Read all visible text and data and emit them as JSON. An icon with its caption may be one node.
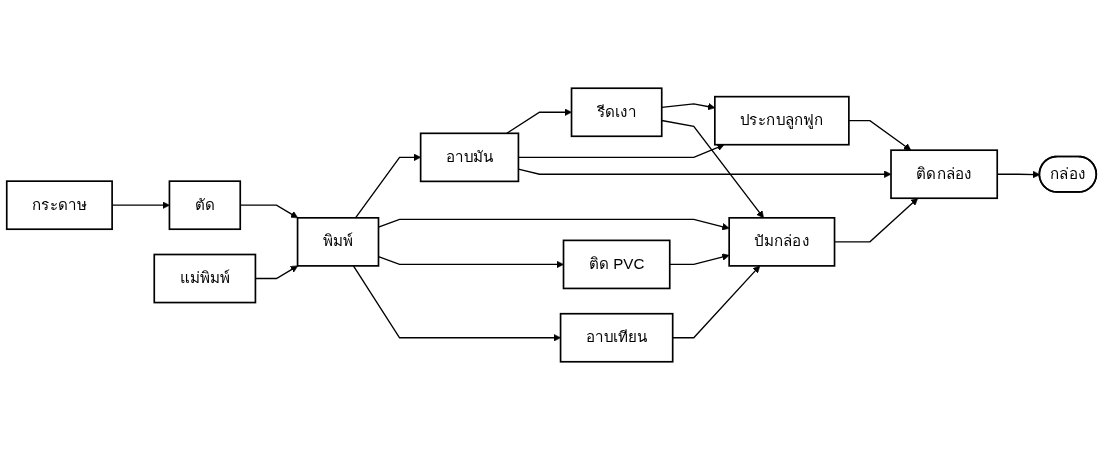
{
  "diagram": {
    "nodes": [
      {
        "text": [
          "กระดาษ"
        ]
      },
      {
        "text": [
          "ตัด"
        ]
      },
      {
        "text": [
          "แม่พิมพ์"
        ]
      },
      {
        "text": [
          "พิมพ์"
        ]
      },
      {
        "text": [
          "อาบมัน"
        ]
      },
      {
        "text": [
          "รีดเงา"
        ]
      },
      {
        "text": [
          "ปัมกล่อง"
        ]
      },
      {
        "text": [
          "ติด PVC"
        ]
      },
      {
        "text": [
          "อาบเทียน"
        ]
      },
      {
        "text": [
          "ประกบลูกฟูก"
        ]
      },
      {
        "text": [
          "ติดกล่อง"
        ]
      },
      {
        "text": [
          "กล่อง"
        ]
      }
    ],
    "edges": [
      {
        "from": 0,
        "to": 1,
        "arrow": "to"
      },
      {
        "from": 1,
        "to": 3,
        "arrow": "to"
      },
      {
        "from": 2,
        "to": 3,
        "arrow": "to"
      },
      {
        "from": 3,
        "to": 4,
        "arrow": "to"
      },
      {
        "from": 3,
        "to": 6,
        "arrow": "to"
      },
      {
        "from": 3,
        "to": 7,
        "arrow": "to"
      },
      {
        "from": 3,
        "to": 8,
        "arrow": "to"
      },
      {
        "from": 4,
        "to": 5,
        "arrow": "to"
      },
      {
        "from": 4,
        "to": 9,
        "arrow": "to"
      },
      {
        "from": 4,
        "to": 10,
        "arrow": "to"
      },
      {
        "from": 5,
        "to": 9,
        "arrow": "to"
      },
      {
        "from": 5,
        "to": 6,
        "arrow": "to"
      },
      {
        "from": 7,
        "to": 6,
        "arrow": "to"
      },
      {
        "from": 8,
        "to": 6,
        "arrow": "to"
      },
      {
        "from": 6,
        "to": 10,
        "arrow": "to"
      },
      {
        "from": 9,
        "to": 10,
        "arrow": "to"
      },
      {
        "from": 10,
        "to": 11,
        "arrow": "to"
      }
    ]
  }
}
